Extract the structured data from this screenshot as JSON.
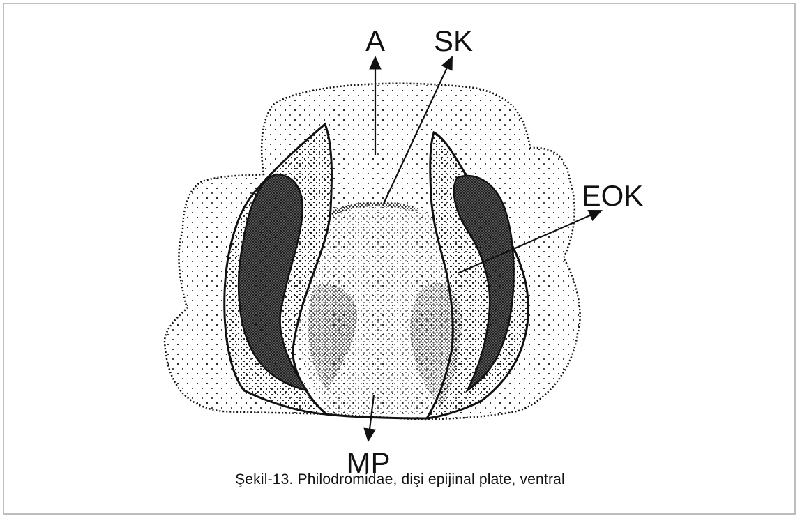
{
  "labels": {
    "anterior": "A",
    "sk": "SK",
    "eok": "EOK",
    "mp": "MP"
  },
  "caption": "Şekil-13. Philodromidae, dişi epijinal plate, ventral",
  "colors": {
    "ink": "#111111",
    "frame": "#bdbdbd",
    "paper": "#ffffff"
  }
}
